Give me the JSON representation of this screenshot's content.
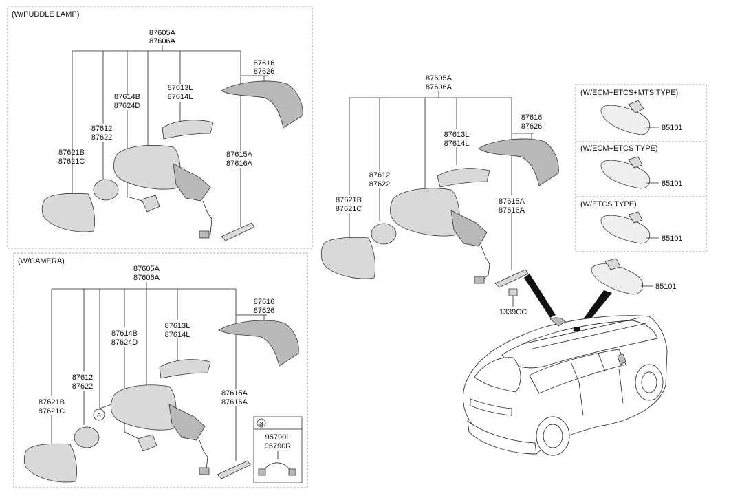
{
  "sections": {
    "puddle": {
      "title": "(W/PUDDLE LAMP)",
      "top_a": "87605A",
      "top_b": "87606A",
      "cover_a": "87616",
      "cover_b": "87626",
      "signal_a": "87613L",
      "signal_b": "87614L",
      "lamp_a": "87614B",
      "lamp_b": "87624D",
      "actuator_a": "87612",
      "actuator_b": "87622",
      "glass_a": "87621B",
      "glass_b": "87621C",
      "strip_a": "87615A",
      "strip_b": "87616A"
    },
    "camera": {
      "title": "(W/CAMERA)",
      "top_a": "87605A",
      "top_b": "87606A",
      "cover_a": "87616",
      "cover_b": "87626",
      "signal_a": "87613L",
      "signal_b": "87614L",
      "lamp_a": "87614B",
      "lamp_b": "87624D",
      "actuator_a": "87612",
      "actuator_b": "87622",
      "glass_a": "87621B",
      "glass_b": "87621C",
      "strip_a": "87615A",
      "strip_b": "87616A",
      "callout": "a",
      "detail_letter": "a",
      "detail_a": "95790L",
      "detail_b": "95790R"
    },
    "standard": {
      "top_a": "87605A",
      "top_b": "87606A",
      "cover_a": "87616",
      "cover_b": "87626",
      "signal_a": "87613L",
      "signal_b": "87614L",
      "actuator_a": "87612",
      "actuator_b": "87622",
      "glass_a": "87621B",
      "glass_b": "87621C",
      "strip_a": "87615A",
      "strip_b": "87616A",
      "screw": "1339CC"
    },
    "inside_mirror": {
      "types": [
        {
          "title": "(W/ECM+ETCS+MTS TYPE)",
          "part": "85101"
        },
        {
          "title": "(W/ECM+ETCS TYPE)",
          "part": "85101"
        },
        {
          "title": "(W/ETCS TYPE)",
          "part": "85101"
        }
      ],
      "standalone_part": "85101"
    }
  }
}
